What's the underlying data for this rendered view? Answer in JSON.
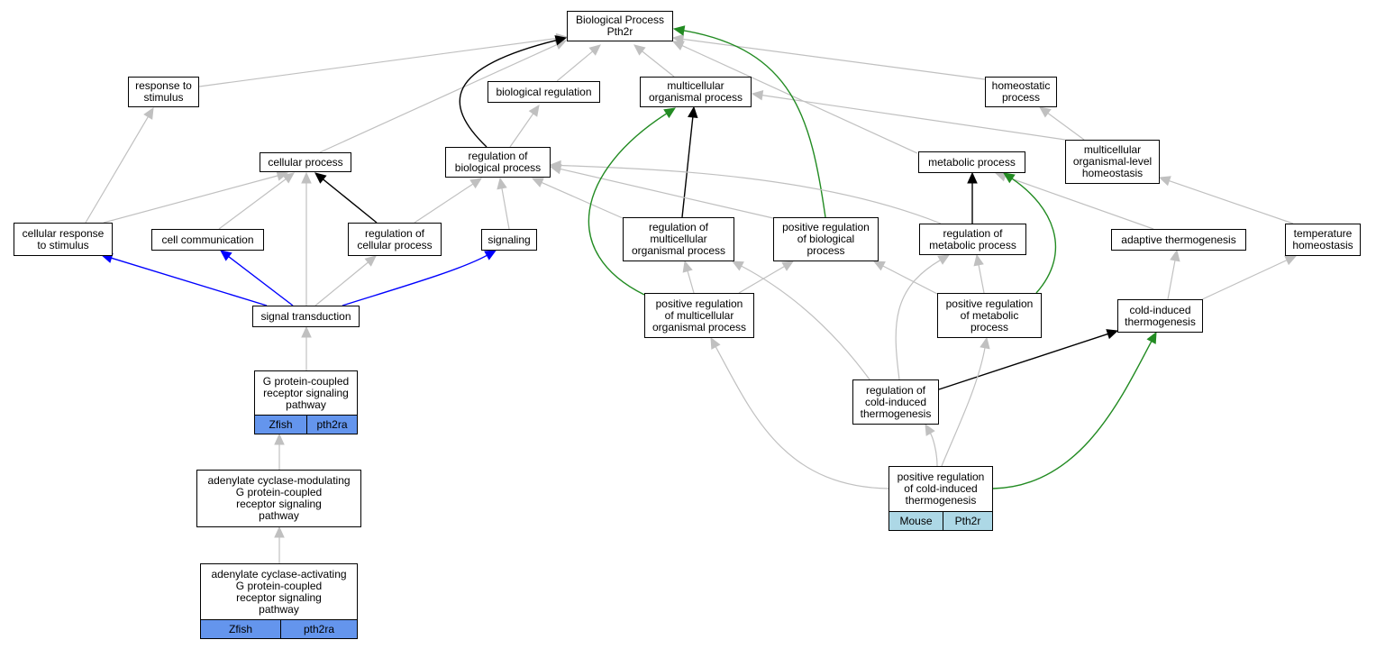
{
  "colors": {
    "is_a": "#c0c0c0",
    "part_of": "#000000",
    "regulates": "#0000ff",
    "positively_regulates": "#228b22",
    "zfish_annotation": "#6495ed",
    "mouse_annotation": "#add8e6"
  },
  "nodes": {
    "bp": {
      "label": "Biological Process\nPth2r"
    },
    "response_to_stimulus": {
      "label": "response to\nstimulus"
    },
    "biological_regulation": {
      "label": "biological regulation"
    },
    "multicellular_organismal_process": {
      "label": "multicellular\norganismal process"
    },
    "homeostatic_process": {
      "label": "homeostatic\nprocess"
    },
    "cellular_process": {
      "label": "cellular process"
    },
    "regulation_of_biological_process": {
      "label": "regulation of\nbiological process"
    },
    "metabolic_process": {
      "label": "metabolic process"
    },
    "multicellular_organismal_level_homeostasis": {
      "label": "multicellular\norganismal-level\nhomeostasis"
    },
    "cellular_response_to_stimulus": {
      "label": "cellular response\nto stimulus"
    },
    "cell_communication": {
      "label": "cell communication"
    },
    "regulation_of_cellular_process": {
      "label": "regulation of\ncellular process"
    },
    "signaling": {
      "label": "signaling"
    },
    "regulation_of_multicellular_organismal_process": {
      "label": "regulation of\nmulticellular\norganismal process"
    },
    "positive_regulation_of_biological_process": {
      "label": "positive regulation\nof biological\nprocess"
    },
    "regulation_of_metabolic_process": {
      "label": "regulation of\nmetabolic process"
    },
    "adaptive_thermogenesis": {
      "label": "adaptive thermogenesis"
    },
    "temperature_homeostasis": {
      "label": "temperature\nhomeostasis"
    },
    "signal_transduction": {
      "label": "signal transduction"
    },
    "positive_regulation_of_multicellular_organismal_process": {
      "label": "positive regulation\nof multicellular\norganismal process"
    },
    "positive_regulation_of_metabolic_process": {
      "label": "positive regulation\nof metabolic\nprocess"
    },
    "cold_induced_thermogenesis": {
      "label": "cold-induced\nthermogenesis"
    },
    "gpcr_signaling": {
      "label": "G protein-coupled\nreceptor signaling\npathway",
      "annotations": [
        "Zfish",
        "pth2ra"
      ]
    },
    "regulation_of_cold_induced_thermogenesis": {
      "label": "regulation of\ncold-induced\nthermogenesis"
    },
    "ac_modulating_gpcr": {
      "label": "adenylate cyclase-modulating\nG protein-coupled\nreceptor signaling\npathway"
    },
    "positive_regulation_of_cold_induced_thermogenesis": {
      "label": "positive regulation\nof cold-induced\nthermogenesis",
      "annotations": [
        "Mouse",
        "Pth2r"
      ]
    },
    "ac_activating_gpcr": {
      "label": "adenylate cyclase-activating\nG protein-coupled\nreceptor signaling\npathway",
      "annotations": [
        "Zfish",
        "pth2ra"
      ]
    }
  },
  "edges": [
    {
      "from": "response_to_stimulus",
      "to": "bp",
      "type": "is_a"
    },
    {
      "from": "biological_regulation",
      "to": "bp",
      "type": "is_a"
    },
    {
      "from": "multicellular_organismal_process",
      "to": "bp",
      "type": "is_a"
    },
    {
      "from": "homeostatic_process",
      "to": "bp",
      "type": "is_a"
    },
    {
      "from": "cellular_process",
      "to": "bp",
      "type": "is_a"
    },
    {
      "from": "regulation_of_biological_process",
      "to": "bp",
      "type": "part_of"
    },
    {
      "from": "regulation_of_biological_process",
      "to": "biological_regulation",
      "type": "is_a"
    },
    {
      "from": "metabolic_process",
      "to": "bp",
      "type": "is_a"
    },
    {
      "from": "multicellular_organismal_level_homeostasis",
      "to": "homeostatic_process",
      "type": "is_a"
    },
    {
      "from": "multicellular_organismal_level_homeostasis",
      "to": "multicellular_organismal_process",
      "type": "is_a"
    },
    {
      "from": "cellular_response_to_stimulus",
      "to": "response_to_stimulus",
      "type": "is_a"
    },
    {
      "from": "cellular_response_to_stimulus",
      "to": "cellular_process",
      "type": "is_a"
    },
    {
      "from": "cell_communication",
      "to": "cellular_process",
      "type": "is_a"
    },
    {
      "from": "regulation_of_cellular_process",
      "to": "cellular_process",
      "type": "part_of"
    },
    {
      "from": "regulation_of_cellular_process",
      "to": "regulation_of_biological_process",
      "type": "is_a"
    },
    {
      "from": "signaling",
      "to": "regulation_of_biological_process",
      "type": "is_a"
    },
    {
      "from": "regulation_of_multicellular_organismal_process",
      "to": "multicellular_organismal_process",
      "type": "part_of"
    },
    {
      "from": "regulation_of_multicellular_organismal_process",
      "to": "regulation_of_biological_process",
      "type": "is_a"
    },
    {
      "from": "positive_regulation_of_biological_process",
      "to": "bp",
      "type": "positively_regulates"
    },
    {
      "from": "positive_regulation_of_biological_process",
      "to": "regulation_of_biological_process",
      "type": "is_a"
    },
    {
      "from": "regulation_of_metabolic_process",
      "to": "metabolic_process",
      "type": "part_of"
    },
    {
      "from": "regulation_of_metabolic_process",
      "to": "regulation_of_biological_process",
      "type": "is_a"
    },
    {
      "from": "adaptive_thermogenesis",
      "to": "metabolic_process",
      "type": "is_a"
    },
    {
      "from": "temperature_homeostasis",
      "to": "multicellular_organismal_level_homeostasis",
      "type": "is_a"
    },
    {
      "from": "signal_transduction",
      "to": "cellular_response_to_stimulus",
      "type": "regulates"
    },
    {
      "from": "signal_transduction",
      "to": "cell_communication",
      "type": "regulates"
    },
    {
      "from": "signal_transduction",
      "to": "signaling",
      "type": "regulates"
    },
    {
      "from": "signal_transduction",
      "to": "cellular_process",
      "type": "is_a"
    },
    {
      "from": "signal_transduction",
      "to": "regulation_of_cellular_process",
      "type": "is_a"
    },
    {
      "from": "positive_regulation_of_multicellular_organismal_process",
      "to": "multicellular_organismal_process",
      "type": "positively_regulates"
    },
    {
      "from": "positive_regulation_of_multicellular_organismal_process",
      "to": "regulation_of_multicellular_organismal_process",
      "type": "is_a"
    },
    {
      "from": "positive_regulation_of_multicellular_organismal_process",
      "to": "positive_regulation_of_biological_process",
      "type": "is_a"
    },
    {
      "from": "positive_regulation_of_metabolic_process",
      "to": "metabolic_process",
      "type": "positively_regulates"
    },
    {
      "from": "positive_regulation_of_metabolic_process",
      "to": "regulation_of_metabolic_process",
      "type": "is_a"
    },
    {
      "from": "positive_regulation_of_metabolic_process",
      "to": "positive_regulation_of_biological_process",
      "type": "is_a"
    },
    {
      "from": "cold_induced_thermogenesis",
      "to": "adaptive_thermogenesis",
      "type": "is_a"
    },
    {
      "from": "cold_induced_thermogenesis",
      "to": "temperature_homeostasis",
      "type": "is_a"
    },
    {
      "from": "gpcr_signaling",
      "to": "signal_transduction",
      "type": "is_a"
    },
    {
      "from": "regulation_of_cold_induced_thermogenesis",
      "to": "cold_induced_thermogenesis",
      "type": "part_of"
    },
    {
      "from": "regulation_of_cold_induced_thermogenesis",
      "to": "regulation_of_multicellular_organismal_process",
      "type": "is_a"
    },
    {
      "from": "regulation_of_cold_induced_thermogenesis",
      "to": "regulation_of_metabolic_process",
      "type": "is_a"
    },
    {
      "from": "ac_modulating_gpcr",
      "to": "gpcr_signaling",
      "type": "is_a"
    },
    {
      "from": "positive_regulation_of_cold_induced_thermogenesis",
      "to": "regulation_of_cold_induced_thermogenesis",
      "type": "is_a"
    },
    {
      "from": "positive_regulation_of_cold_induced_thermogenesis",
      "to": "positive_regulation_of_multicellular_organismal_process",
      "type": "is_a"
    },
    {
      "from": "positive_regulation_of_cold_induced_thermogenesis",
      "to": "positive_regulation_of_metabolic_process",
      "type": "is_a"
    },
    {
      "from": "positive_regulation_of_cold_induced_thermogenesis",
      "to": "cold_induced_thermogenesis",
      "type": "positively_regulates"
    },
    {
      "from": "ac_activating_gpcr",
      "to": "ac_modulating_gpcr",
      "type": "is_a"
    }
  ]
}
